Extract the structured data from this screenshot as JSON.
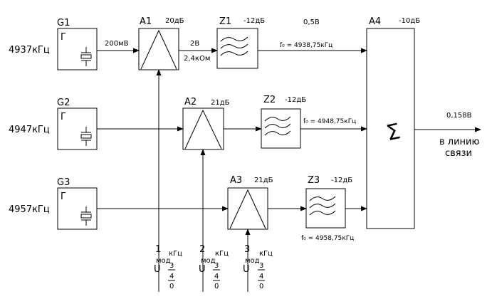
{
  "inputs": {
    "f1": "4937кГц",
    "f2": "4947кГц",
    "f3": "4957кГц"
  },
  "generators": {
    "g1": "G1",
    "g2": "G2",
    "g3": "G3",
    "symbol": "Г"
  },
  "amplifiers": {
    "a1": "A1",
    "a1_gain": "20дБ",
    "a2": "A2",
    "a2_gain": "21дБ",
    "a3": "A3",
    "a3_gain": "21дБ"
  },
  "filters": {
    "z1": "Z1",
    "z1_loss": "-12дБ",
    "z2": "Z2",
    "z2_loss": "-12дБ",
    "z3": "Z3",
    "z3_loss": "-12дБ"
  },
  "summer": {
    "name": "A4",
    "gain": "-10дБ",
    "symbol": "Σ"
  },
  "annotations": {
    "g1_out": "200мВ",
    "a1_out_v": "2В",
    "a1_out_r": "2,4кОм",
    "line1_v": "0,5В",
    "f0_1": "f₀ = 4938,75кГц",
    "f0_2": "f₀ = 4948,75кГц",
    "f0_3": "f₀ = 4958,75кГц",
    "out_v": "0,158В",
    "out_label_1": "в линию",
    "out_label_2": "связи"
  },
  "modulation": {
    "m1": {
      "idx": "1",
      "pre": "U",
      "sub": "мод",
      "unit": "кГц",
      "d1": "3",
      "d2": "4",
      "d3": "0"
    },
    "m2": {
      "idx": "2",
      "pre": "U",
      "sub": "мод",
      "unit": "кГц",
      "d1": "3",
      "d2": "4",
      "d3": "0"
    },
    "m3": {
      "idx": "3",
      "pre": "U",
      "sub": "мод",
      "unit": "кГц",
      "d1": "3",
      "d2": "4",
      "d3": "0"
    }
  }
}
